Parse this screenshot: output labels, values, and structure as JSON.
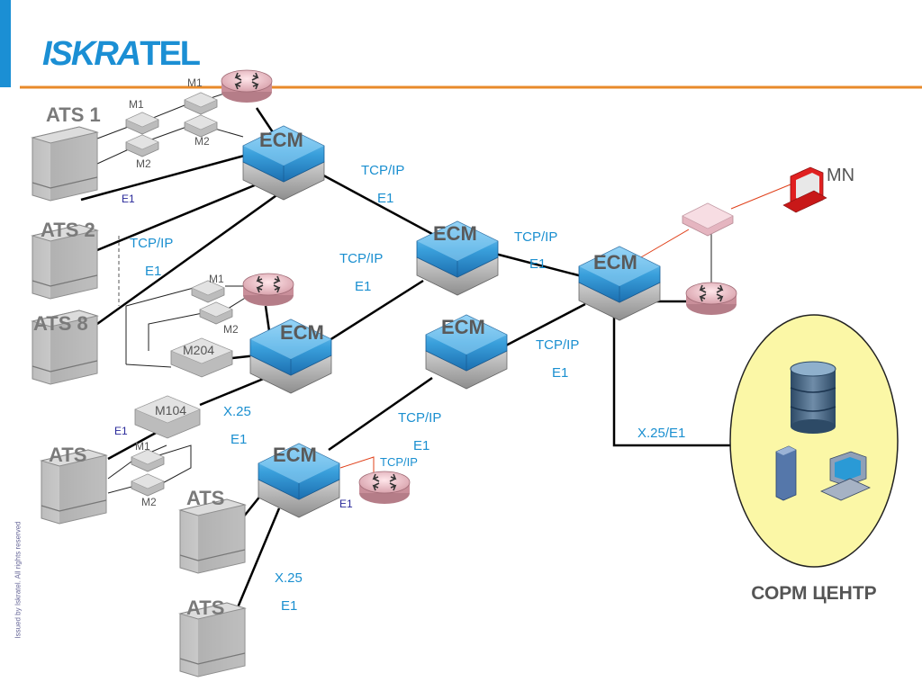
{
  "logo": {
    "part1": "ISKRA",
    "part2": "TEL"
  },
  "side_note": "Issued by Iskratel. All rights reserved",
  "ats": {
    "ats1": "ATS 1",
    "ats2": "ATS 2",
    "ats8": "ATS 8",
    "ats_a": "ATS",
    "ats_b": "ATS",
    "ats_c": "ATS"
  },
  "ecm": {
    "ecm1": "ECM",
    "ecm2": "ECM",
    "ecm3": "ECM",
    "ecm4": "ECM",
    "ecm5": "ECM",
    "ecm6": "ECM"
  },
  "modules": {
    "m1_a": "M1",
    "m1_b": "M1",
    "m2_a": "M2",
    "m2_b": "M2",
    "m1_c": "M1",
    "m2_c": "M2",
    "m204": "M204",
    "m104": "M104",
    "m1_d": "M1",
    "m2_d": "M2"
  },
  "links": {
    "e1_ats1": "E1",
    "tcpip_ats2": "TCP/IP",
    "e1_ats2": "E1",
    "tcpip_top": "TCP/IP",
    "e1_top": "E1",
    "tcpip_mid": "TCP/IP",
    "e1_mid": "E1",
    "tcpip_right": "TCP/IP",
    "e1_right": "E1",
    "tcpip_ecm5": "TCP/IP",
    "e1_ecm5": "E1",
    "x25_m104": "X.25",
    "e1_m104": "E1",
    "e1_m104_left": "E1",
    "tcpip_low": "TCP/IP",
    "e1_low": "E1",
    "tcpip_router": "TCP/IP",
    "e1_router": "E1",
    "x25_bottom": "X.25",
    "e1_bottom": "E1",
    "x25e1": "X.25/E1"
  },
  "mn_label": "MN",
  "sorm_label": "СОРМ ЦЕНТР",
  "colors": {
    "accent_blue": "#1b8fd4",
    "orange_rule": "#e88a2a",
    "ecm_blue": "#3aa0dc",
    "link_text": "#1a8fd0",
    "sorm_fill": "#fbf7a6"
  }
}
